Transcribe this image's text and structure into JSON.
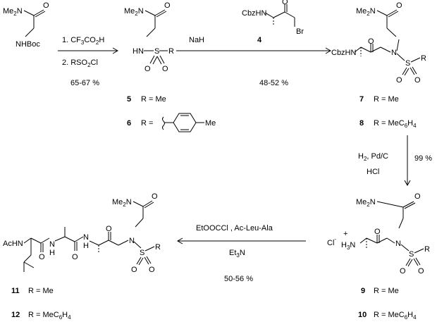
{
  "labels": {
    "nme2": "Me",
    "o": "O",
    "nh": "NH",
    "n": "N",
    "s": "S",
    "r": "R",
    "br": "Br",
    "cbzhn": "CbzHN",
    "achn": "AcHN",
    "h": "H",
    "hn": "HN",
    "boc": "Boc",
    "cl": "Cl",
    "me": "Me",
    "h3n": "H",
    "three": "3",
    "two": "2",
    "plus": "+",
    "minus": "-"
  },
  "conditions": {
    "step1_a": "1. CF",
    "step1_a_sub": "3",
    "step1_a_tail": "CO",
    "step1_a_sub2": "2",
    "step1_a_end": "H",
    "step1_b": "2. RSO",
    "step1_b_sub": "2",
    "step1_b_end": "Cl",
    "step1_yield": "65-67 %",
    "step2_reagent": "NaH",
    "step2_reactant": "4",
    "step2_yield": "48-52 %",
    "step3_h2": "H",
    "step3_h2_sub": "2",
    "step3_pd": ", Pd/C",
    "step3_hcl": "HCl",
    "step3_yield": "99 %",
    "step4_reagents": "EtOOCCl , Ac-Leu-Ala",
    "step4_base": "Et",
    "step4_base_sub": "3",
    "step4_base_end": "N",
    "step4_yield": "50-56 %"
  },
  "compounds": {
    "c5": {
      "number": "5",
      "r": "R = Me"
    },
    "c6": {
      "number": "6",
      "r": "R ="
    },
    "c7": {
      "number": "7",
      "r": "R = Me"
    },
    "c8": {
      "number": "8",
      "r": "R = MeC",
      "r_sub": "6",
      "r_mid": "H",
      "r_sub2": "4"
    },
    "c9": {
      "number": "9",
      "r": "R = Me"
    },
    "c10": {
      "number": "10",
      "r": "R = MeC",
      "r_sub": "6",
      "r_mid": "H",
      "r_sub2": "4"
    },
    "c11": {
      "number": "11",
      "r": "R = Me"
    },
    "c12": {
      "number": "12",
      "r": "R = MeC",
      "r_sub": "6",
      "r_mid": "H",
      "r_sub2": "4"
    }
  },
  "tolyl_me": "Me"
}
